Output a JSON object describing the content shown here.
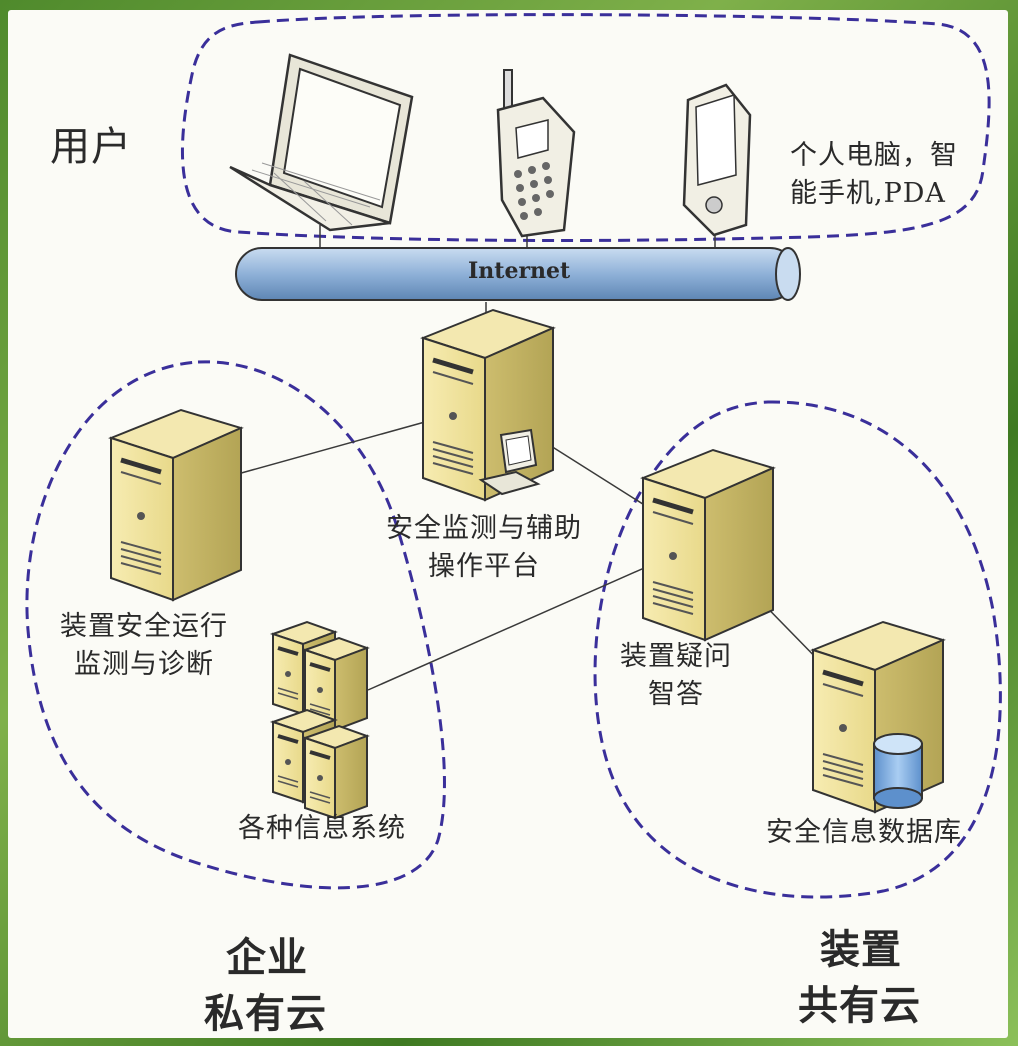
{
  "labels": {
    "users": "用户",
    "devices": [
      "个人电脑，智",
      "能手机,PDA"
    ],
    "internet": "Internet",
    "platform": [
      "安全监测与辅助",
      "操作平台"
    ],
    "device_monitor": [
      "装置安全运行",
      "监测与诊断"
    ],
    "info_systems": "各种信息系统",
    "qa": [
      "装置疑问",
      "智答"
    ],
    "database": "安全信息数据库",
    "enterprise_cloud": [
      "企业",
      "私有云"
    ],
    "device_cloud": [
      "装置",
      "共有云"
    ]
  },
  "colors": {
    "dashed_border": "#3a2f9a",
    "server_fill": "#f1e39e",
    "server_dark": "#c9b96a",
    "internet_pipe": "#8fb1d8",
    "database_cylinder": "#7fb0e6"
  },
  "icons": [
    "laptop-icon",
    "cellphone-icon",
    "pda-icon",
    "server-icon",
    "server-stack-icon",
    "workstation-icon",
    "database-icon"
  ]
}
